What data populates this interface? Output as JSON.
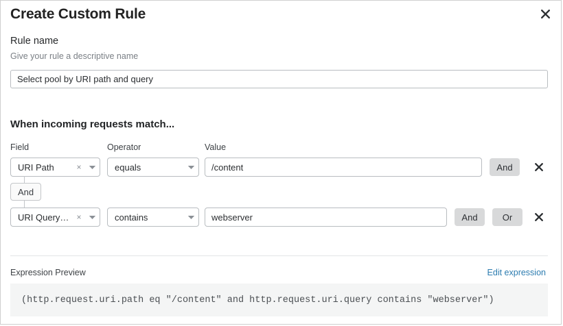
{
  "dialog": {
    "title": "Create Custom Rule",
    "close_icon": "close-icon"
  },
  "rule_name": {
    "label": "Rule name",
    "help": "Give your rule a descriptive name",
    "value": "Select pool by URI path and query",
    "placeholder": ""
  },
  "conditions": {
    "heading": "When incoming requests match...",
    "columns": {
      "field": "Field",
      "operator": "Operator",
      "value": "Value"
    },
    "connector": {
      "label": "And"
    },
    "rows": [
      {
        "field": "URI Path",
        "field_clear_icon": "clear-icon",
        "field_caret_icon": "chevron-down-icon",
        "operator": "equals",
        "operator_caret_icon": "chevron-down-icon",
        "value": "/content",
        "and_label": "And",
        "delete_icon": "close-icon"
      },
      {
        "field": "URI Query St...",
        "field_clear_icon": "clear-icon",
        "field_caret_icon": "chevron-down-icon",
        "operator": "contains",
        "operator_caret_icon": "chevron-down-icon",
        "value": "webserver",
        "and_label": "And",
        "or_label": "Or",
        "delete_icon": "close-icon"
      }
    ]
  },
  "expression": {
    "label": "Expression Preview",
    "edit_link": "Edit expression",
    "text": "(http.request.uri.path eq \"/content\" and http.request.uri.query contains \"webserver\")"
  },
  "colors": {
    "link": "#2c7cb0",
    "button_grey": "#d8d9da",
    "preview_bg": "#f4f5f5",
    "border": "#b8bcc0"
  }
}
